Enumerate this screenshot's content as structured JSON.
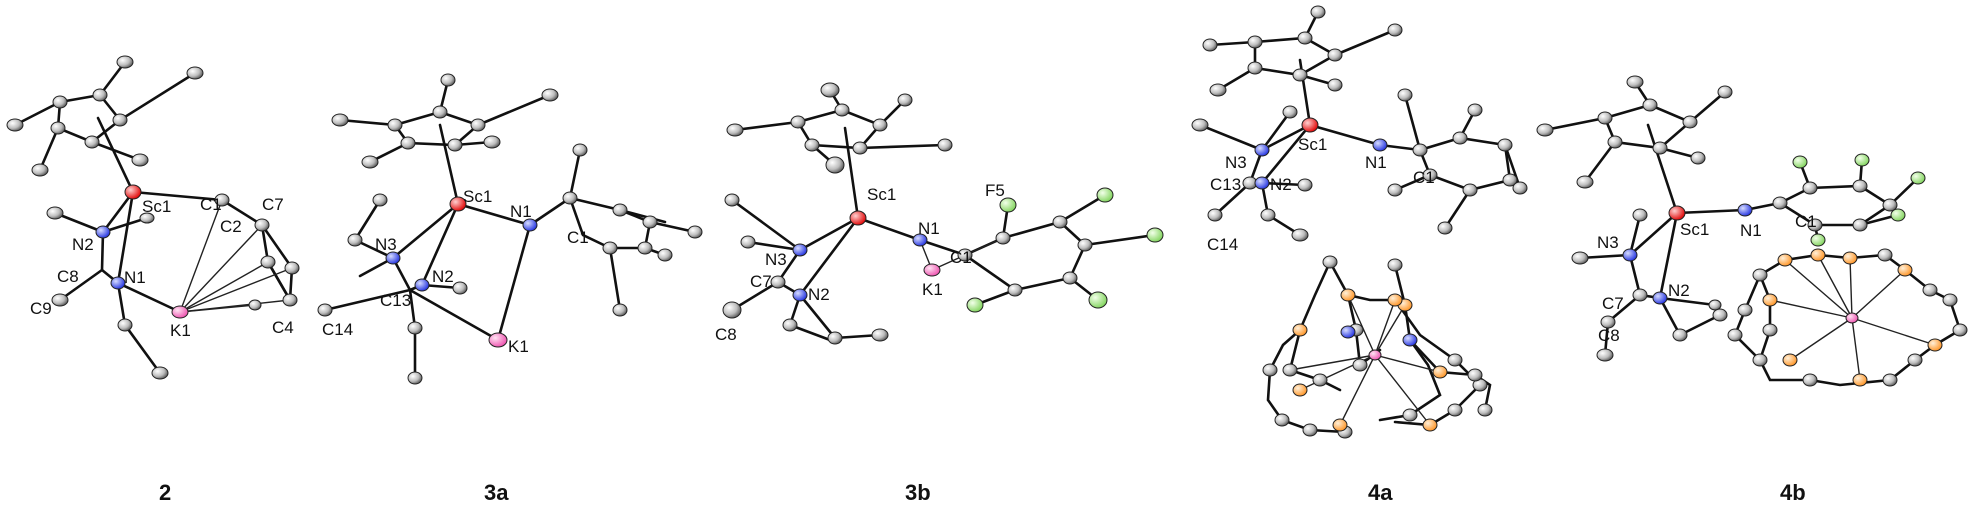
{
  "panels": [
    {
      "id": "2",
      "label": "2",
      "atom_labels": [
        "Sc1",
        "C1",
        "C7",
        "C2",
        "N2",
        "N1",
        "C8",
        "C9",
        "K1",
        "C4"
      ]
    },
    {
      "id": "3a",
      "label": "3a",
      "atom_labels": [
        "Sc1",
        "N1",
        "N3",
        "C1",
        "N2",
        "C13",
        "C14",
        "K1"
      ]
    },
    {
      "id": "3b",
      "label": "3b",
      "atom_labels": [
        "Sc1",
        "F5",
        "N1",
        "N3",
        "C1",
        "C7",
        "K1",
        "N2",
        "C8"
      ]
    },
    {
      "id": "4a",
      "label": "4a",
      "atom_labels": [
        "Sc1",
        "N1",
        "N3",
        "C1",
        "C13",
        "N2",
        "C14"
      ]
    },
    {
      "id": "4b",
      "label": "4b",
      "atom_labels": [
        "Sc1",
        "N1",
        "C1",
        "N3",
        "C7",
        "N2",
        "C8"
      ]
    }
  ],
  "colors": {
    "bond": "#111111",
    "carbon": "#d9d9d9",
    "scandium": "#ff2a2a",
    "nitrogen": "#2e3cff",
    "potassium": "#ff6fbf",
    "fluorine": "#8ee06b",
    "oxygen": "#ff9933"
  }
}
